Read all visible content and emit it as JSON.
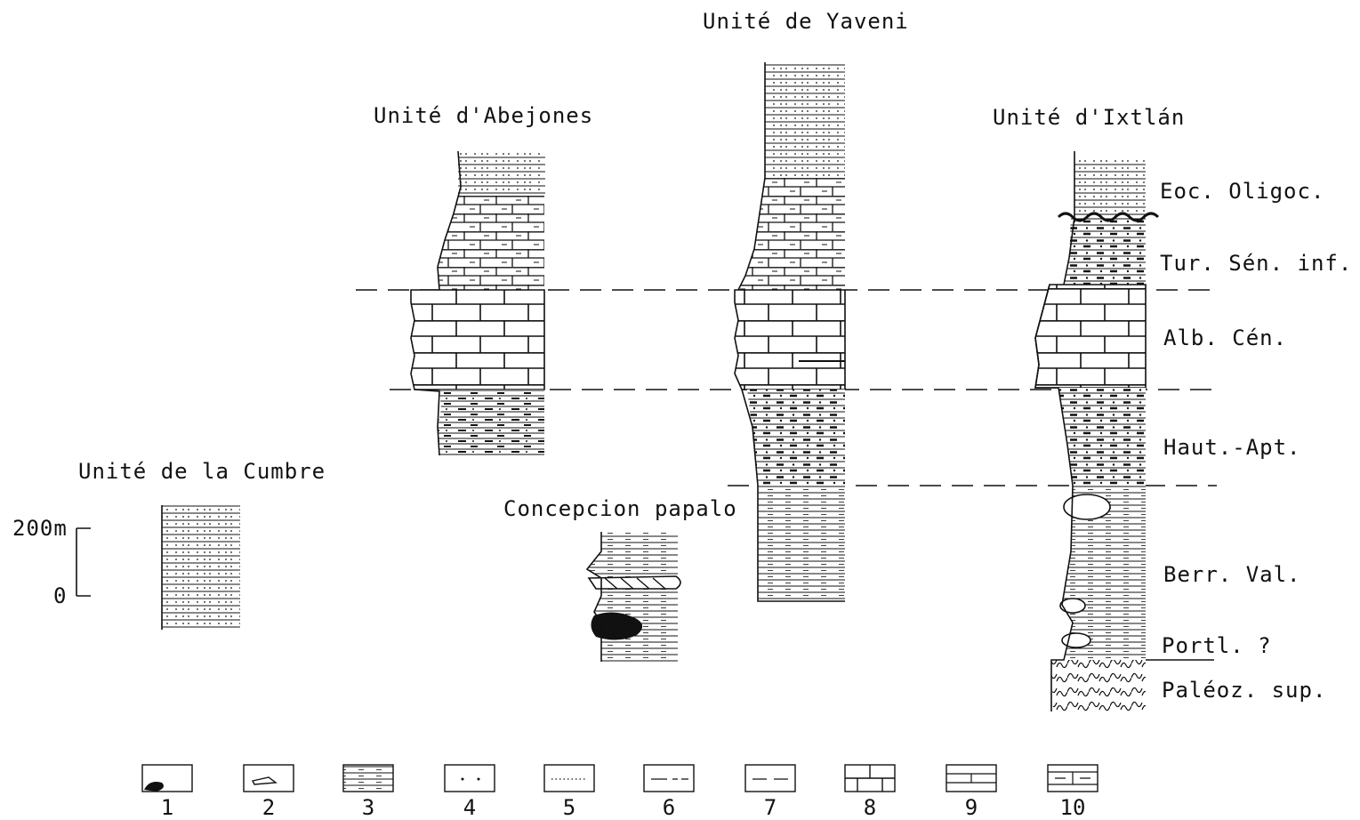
{
  "units": {
    "cumbre": "Unité de la Cumbre",
    "abejones": "Unité d'Abejones",
    "yaveni": "Unité de Yaveni",
    "ixtlan": "Unité d'Ixtlán",
    "papalo": "Concepcion papalo"
  },
  "scale": {
    "top_label": "200m",
    "bottom_label": "0"
  },
  "stages": [
    {
      "id": "eoc",
      "label": "Eoc. Oligoc."
    },
    {
      "id": "tur",
      "label": "Tur. Sén. inf."
    },
    {
      "id": "alb",
      "label": "Alb. Cén."
    },
    {
      "id": "haut",
      "label": "Haut.-Apt."
    },
    {
      "id": "berr",
      "label": "Berr. Val."
    },
    {
      "id": "portl",
      "label": "Portl. ?"
    },
    {
      "id": "paleoz",
      "label": "Paléoz. sup."
    }
  ],
  "legend": [
    "1",
    "2",
    "3",
    "4",
    "5",
    "6",
    "7",
    "8",
    "9",
    "10"
  ],
  "colors": {
    "ink": "#111111",
    "background": "#ffffff"
  }
}
